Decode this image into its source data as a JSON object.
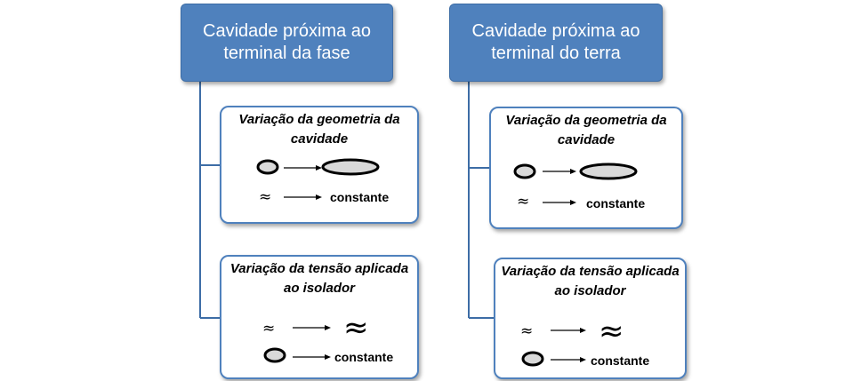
{
  "columns": [
    {
      "header": "Cavidade próxima ao terminal da fase",
      "cards": [
        {
          "title": "Variação da geometria da cavidade",
          "row2_result": "constante"
        },
        {
          "title": "Variação da tensão aplicada ao isolador",
          "row1_symbol_left": "≈",
          "row1_symbol_right": "≈",
          "row2_result": "constante"
        }
      ],
      "card1_row2_symbol": "≈"
    },
    {
      "header": "Cavidade próxima ao terminal do terra",
      "cards": [
        {
          "title": "Variação da geometria da cavidade",
          "row2_result": "constante"
        },
        {
          "title": "Variação da tensão aplicada ao isolador",
          "row1_symbol_left": "≈",
          "row1_symbol_right": "≈",
          "row2_result": "constante"
        }
      ],
      "card1_row2_symbol": "≈"
    }
  ],
  "colors": {
    "header_fill": "#4f81bd",
    "card_border": "#4f81bd",
    "connector": "#3d6da6",
    "cavity_fill": "#d9d9d9"
  }
}
